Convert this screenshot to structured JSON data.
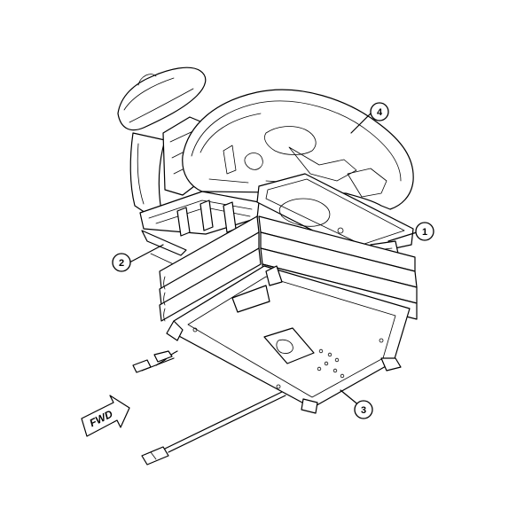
{
  "callouts": {
    "c1": "1",
    "c2": "2",
    "c3": "3",
    "c4": "4"
  },
  "direction_label": "FWD",
  "icons": {
    "direction": "forward-arrow-icon"
  }
}
